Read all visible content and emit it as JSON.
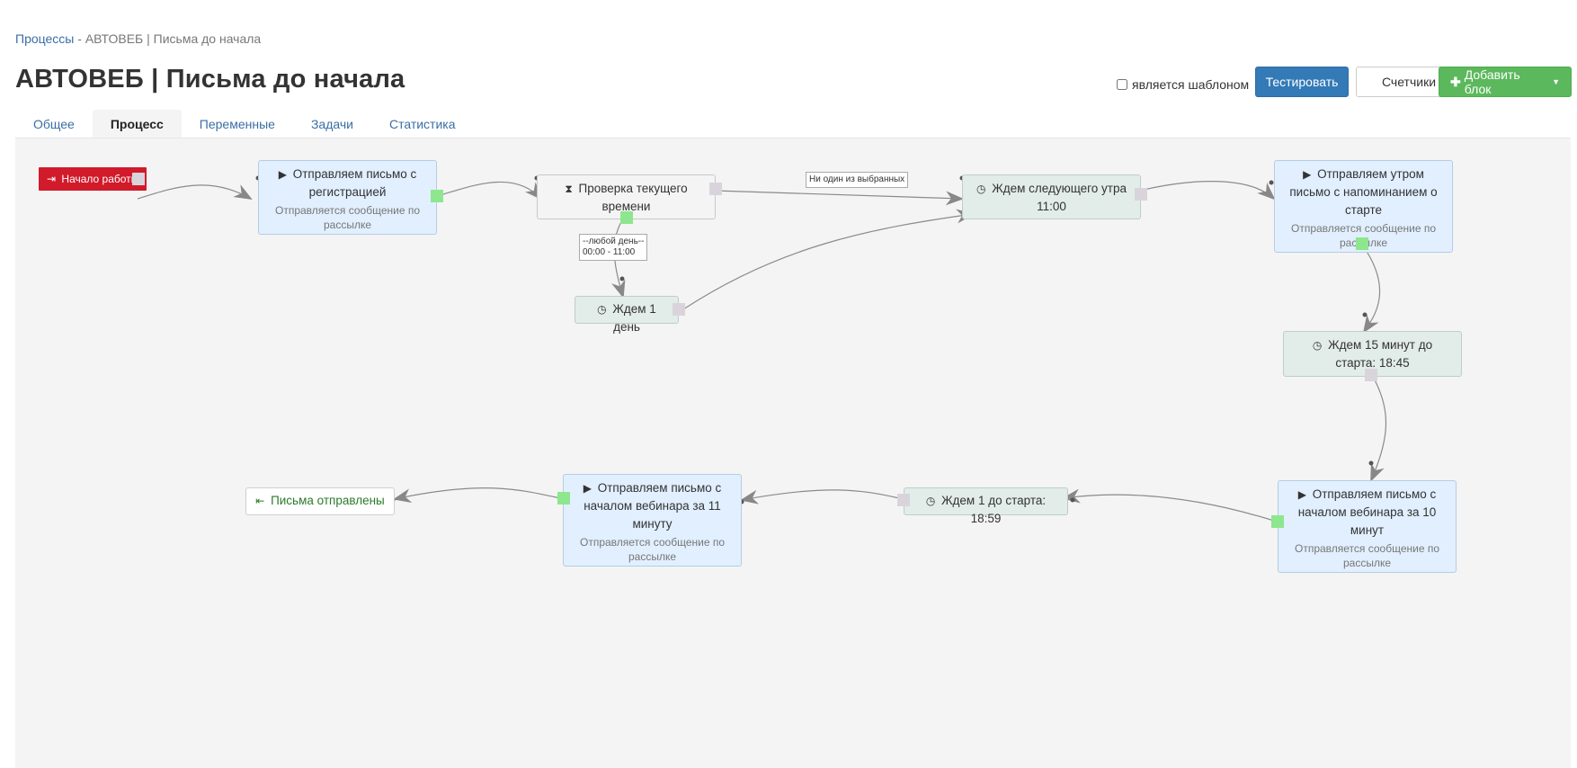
{
  "breadcrumb": {
    "root": "Процессы",
    "separator": "-",
    "current": "АВТОВЕБ | Письма до начала"
  },
  "page_title": "АВТОВЕБ | Письма до начала",
  "header": {
    "is_template_label": "является шаблоном",
    "test_button": "Тестировать",
    "counters_button": "Счетчики",
    "add_block_button": "Добавить блок"
  },
  "tabs": [
    {
      "label": "Общее"
    },
    {
      "label": "Процесс",
      "active": true
    },
    {
      "label": "Переменные"
    },
    {
      "label": "Задачи"
    },
    {
      "label": "Статистика"
    }
  ],
  "nodes": {
    "start": {
      "label": "Начало работы"
    },
    "send_registration": {
      "title": "Отправляем письмо с регистрацией",
      "sub": "Отправляется сообщение по рассылке"
    },
    "check_time": {
      "title": "Проверка текущего времени"
    },
    "wait_morning": {
      "title": "Ждем следующего утра 11:00"
    },
    "send_morning": {
      "title": "Отправляем утром письмо с напоминанием о старте",
      "sub": "Отправляется сообщение по рассылке"
    },
    "wait_day": {
      "title": "Ждем 1 день"
    },
    "wait_15": {
      "title": "Ждем 15 минут до старта: 18:45"
    },
    "send_10": {
      "title": "Отправляем письмо с началом вебинара за 10 минут",
      "sub": "Отправляется сообщение по рассылке"
    },
    "wait_1": {
      "title": "Ждем 1 до старта: 18:59"
    },
    "send_11": {
      "title": "Отправляем письмо с началом вебинара за 11 минуту",
      "sub": "Отправляется сообщение по рассылке"
    },
    "end": {
      "label": "Письма отправлены"
    }
  },
  "edge_labels": {
    "none_selected": "Ни один из выбранных",
    "any_day_line1": "--любой день--",
    "any_day_line2": "00:00 - 11:00"
  },
  "icons": {
    "start": "sign-in-icon",
    "send": "play-icon",
    "check": "hourglass-icon",
    "wait": "clock-icon",
    "end": "sign-out-icon",
    "add": "plus-icon",
    "caret": "caret-down-icon"
  },
  "colors": {
    "start_bg": "#d11a2a",
    "send_bg": "#e1efff",
    "wait_bg": "#e2ece8",
    "port_green": "#8ee68e",
    "port_gray": "#d9d4dc",
    "btn_primary": "#337ab7",
    "btn_success": "#5cb85c"
  }
}
